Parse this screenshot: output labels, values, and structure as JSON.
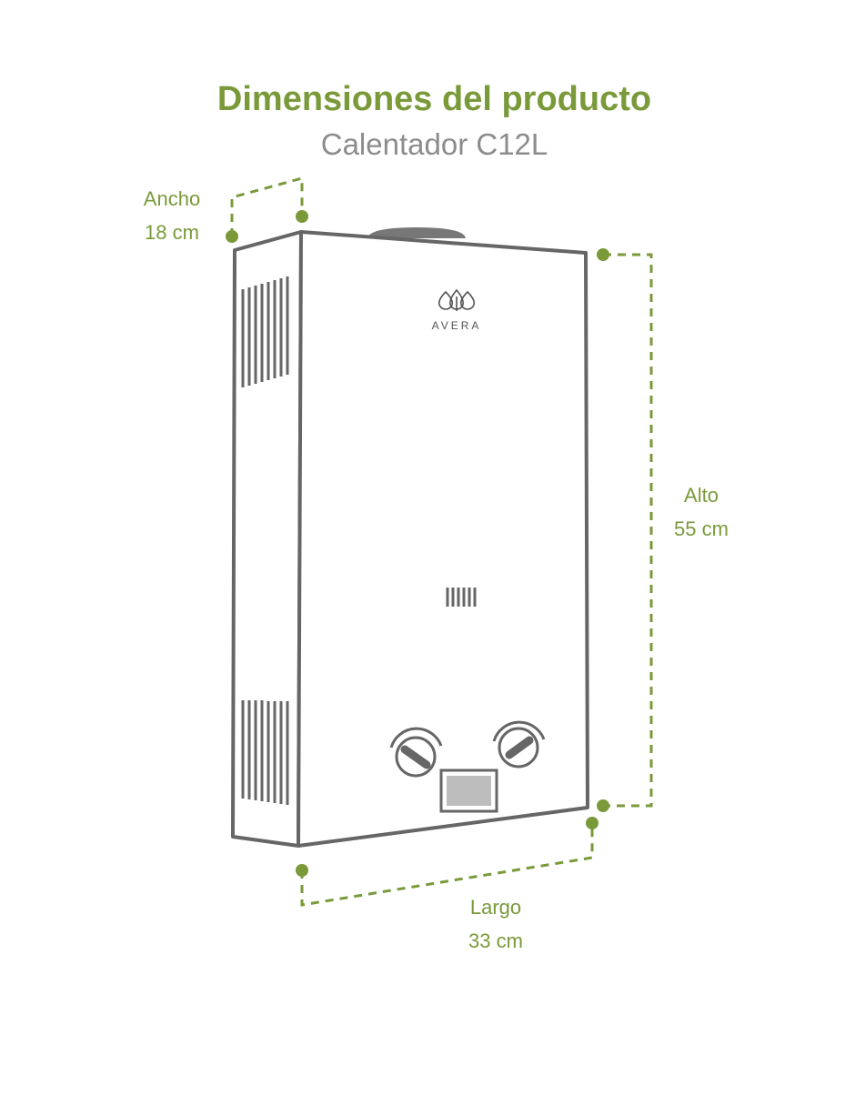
{
  "title": "Dimensiones del producto",
  "subtitle": "Calentador C12L",
  "dimensions": {
    "width": {
      "label": "Ancho",
      "value": "18 cm"
    },
    "height": {
      "label": "Alto",
      "value": "55 cm"
    },
    "length": {
      "label": "Largo",
      "value": "33 cm"
    }
  },
  "brand": "AVERA",
  "colors": {
    "accent": "#7a9a3a",
    "outline": "#666666",
    "subtitle": "#8c8c8c"
  }
}
